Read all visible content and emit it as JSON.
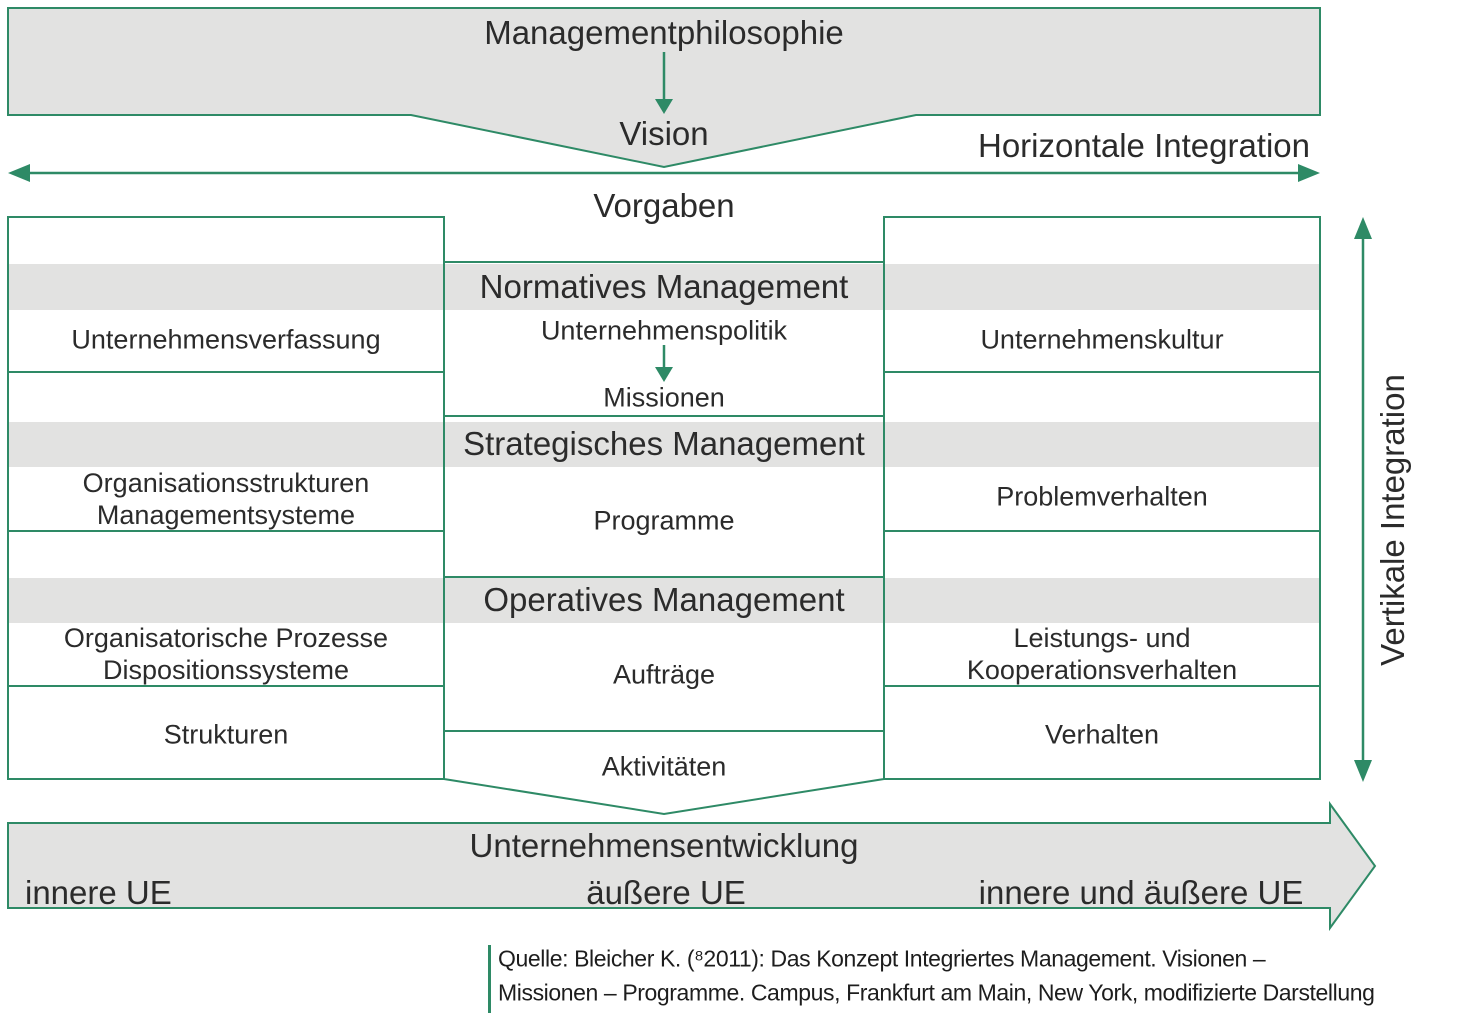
{
  "colors": {
    "green": "#2E8A66",
    "band_gray": "#E2E2E1",
    "text": "#2B2B2B"
  },
  "banner": {
    "title": "Managementphilosophie",
    "vision": "Vision"
  },
  "labels": {
    "horizontal_integration": "Horizontale Integration",
    "vertical_integration": "Vertikale Integration",
    "vorgaben": "Vorgaben"
  },
  "levels": {
    "normative": {
      "title": "Normatives Management",
      "left": "Unternehmensverfassung",
      "middle_top": "Unternehmenspolitik",
      "middle_bottom": "Missionen",
      "right": "Unternehmenskultur"
    },
    "strategic": {
      "title": "Strategisches Management",
      "left_line1": "Organisationsstrukturen",
      "left_line2": "Managementsysteme",
      "middle": "Programme",
      "right": "Problemverhalten"
    },
    "operative": {
      "title": "Operatives Management",
      "left_line1": "Organisatorische Prozesse",
      "left_line2": "Dispositionssysteme",
      "middle": "Aufträge",
      "right_line1": "Leistungs- und",
      "right_line2": "Kooperationsverhalten"
    },
    "base": {
      "left": "Strukturen",
      "middle": "Aktivitäten",
      "right": "Verhalten"
    }
  },
  "development": {
    "title": "Unternehmensentwicklung",
    "left": "innere UE",
    "middle": "äußere UE",
    "right": "innere und äußere UE"
  },
  "source": {
    "line1": "Quelle: Bleicher K. (⁸2011): Das Konzept Integriertes Management. Visionen –",
    "line2": "Missionen – Programme. Campus, Frankfurt am Main, New York, modifizierte Darstellung"
  }
}
